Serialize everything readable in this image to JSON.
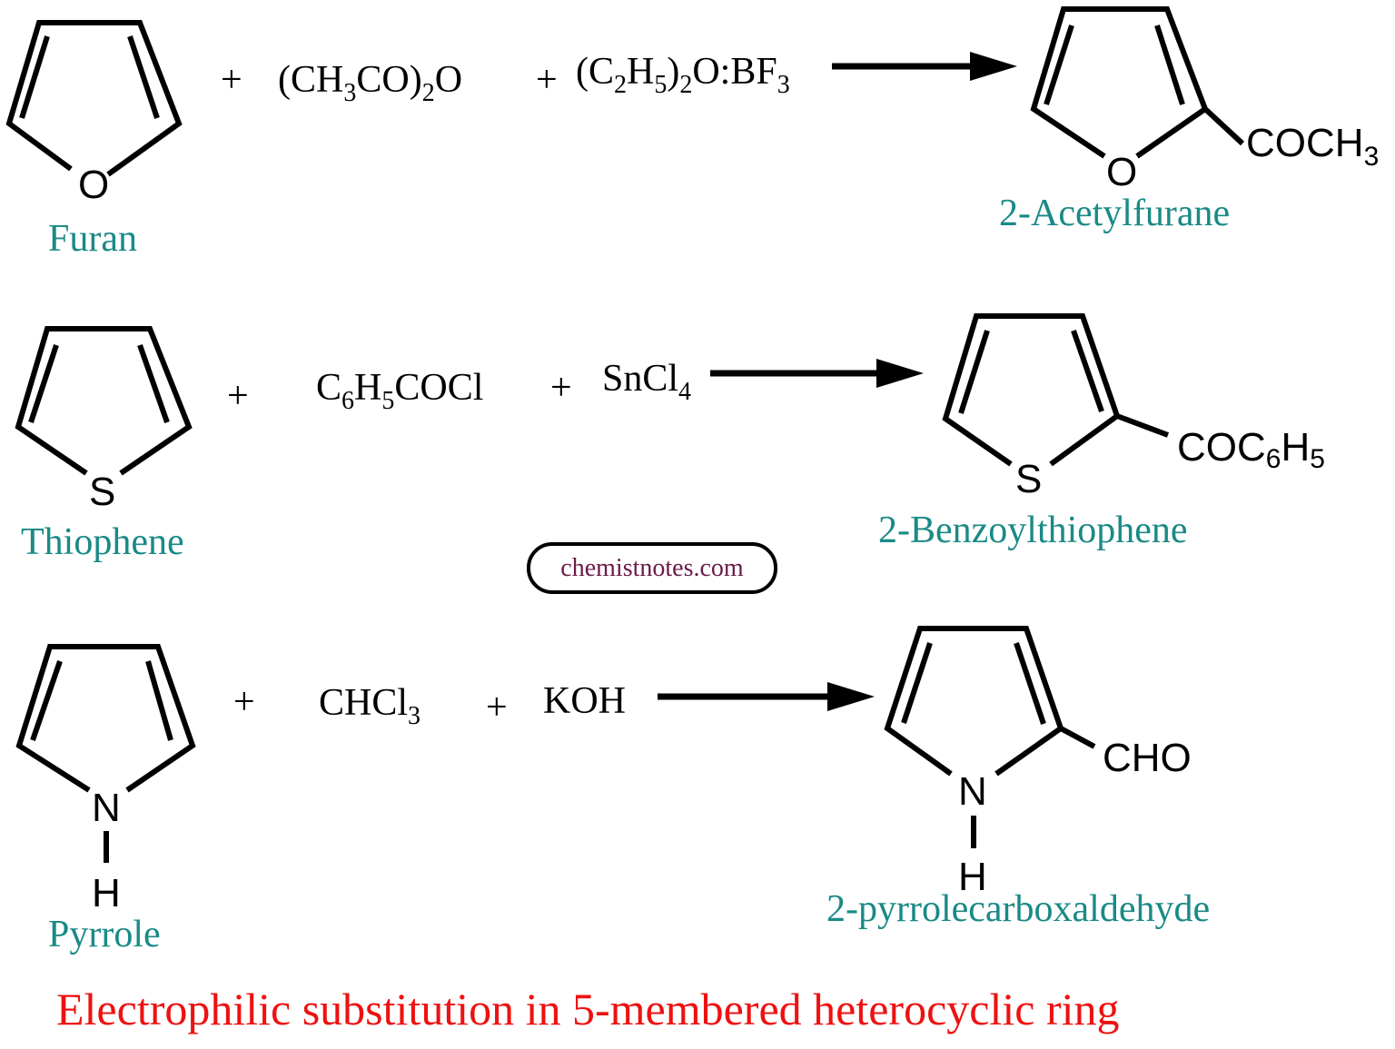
{
  "title": "Electrophilic substitution in 5-membered heterocyclic ring",
  "watermark": "chemistnotes.com",
  "colors": {
    "label": "#1a8a86",
    "title": "#ee1111",
    "watermark": "#6b1a4a",
    "bonds": "#000000"
  },
  "reactions": [
    {
      "reactant": {
        "name": "Furan",
        "heteroatom": "O"
      },
      "reagents": [
        {
          "plus": "+",
          "base": "(CH",
          "sub1": "3",
          "mid": "CO)",
          "sub2": "2",
          "tail": "O"
        },
        {
          "plus": "+",
          "base": "(C",
          "sub1": "2",
          "mid": "H",
          "sub2": "5",
          "mid2": ")",
          "sub3": "2",
          "tail": "O:BF",
          "sub4": "3"
        }
      ],
      "product": {
        "name": "2-Acetylfurane",
        "heteroatom": "O",
        "substituent": "COCH",
        "substituent_sub": "3"
      }
    },
    {
      "reactant": {
        "name": "Thiophene",
        "heteroatom": "S"
      },
      "reagents": [
        {
          "plus": "+",
          "base": "C",
          "sub1": "6",
          "mid": "H",
          "sub2": "5",
          "tail": "COCl"
        },
        {
          "plus": "+",
          "base": "SnCl",
          "sub1": "4"
        }
      ],
      "product": {
        "name": "2-Benzoylthiophene",
        "heteroatom": "S",
        "substituent": "COC",
        "substituent_sub": "6",
        "substituent_mid": "H",
        "substituent_sub2": "5"
      }
    },
    {
      "reactant": {
        "name": "Pyrrole",
        "heteroatom": "N",
        "h": "H"
      },
      "reagents": [
        {
          "plus": "+",
          "base": "CHCl",
          "sub1": "3"
        },
        {
          "plus": "+",
          "base": "KOH"
        }
      ],
      "product": {
        "name": "2-pyrrolecarboxaldehyde",
        "heteroatom": "N",
        "h": "H",
        "substituent": "CHO"
      }
    }
  ]
}
